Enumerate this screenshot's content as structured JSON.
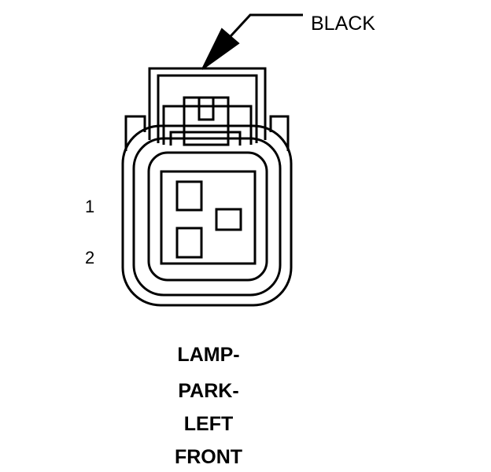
{
  "connector": {
    "color_label": "BLACK",
    "pins": [
      "1",
      "2"
    ],
    "title_lines": [
      "LAMP-",
      "PARK-",
      "LEFT",
      "FRONT"
    ]
  },
  "colors": {
    "ink": "#000000",
    "background": "#ffffff"
  }
}
